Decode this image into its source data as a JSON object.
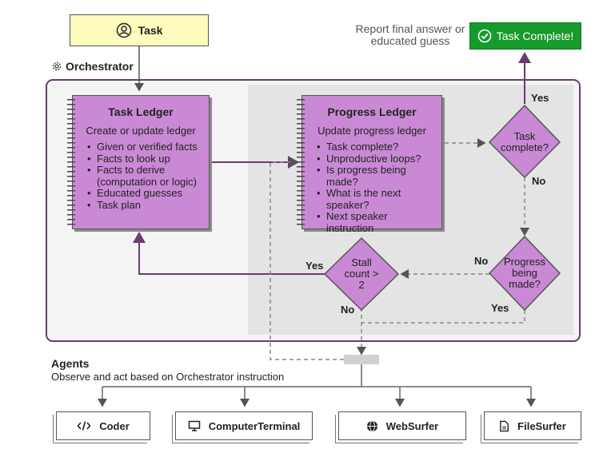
{
  "task": {
    "label": "Task"
  },
  "report": {
    "line1": "Report final answer or",
    "line2": "educated guess"
  },
  "task_complete": {
    "label": "Task Complete!"
  },
  "orchestrator": {
    "label": "Orchestrator"
  },
  "task_ledger": {
    "title": "Task Ledger",
    "subtitle": "Create or update ledger",
    "items": [
      "Given or verified facts",
      "Facts to look up",
      "Facts to derive",
      "(computation or logic)",
      "Educated guesses",
      "Task plan"
    ]
  },
  "progress_ledger": {
    "title": "Progress Ledger",
    "subtitle": "Update progress ledger",
    "items": [
      "Task complete?",
      "Unproductive loops?",
      "Is progress being",
      "made?",
      "What is the next",
      "speaker?",
      "Next speaker instruction"
    ]
  },
  "decisions": {
    "task_complete": {
      "line1": "Task",
      "line2": "complete?"
    },
    "progress": {
      "line1": "Progress",
      "line2": "being",
      "line3": "made?"
    },
    "stall": {
      "line1": "Stall",
      "line2": "count >",
      "line3": "2"
    }
  },
  "edge_labels": {
    "complete_yes": "Yes",
    "complete_no": "No",
    "progress_no": "No",
    "progress_yes": "Yes",
    "stall_yes": "Yes",
    "stall_no": "No"
  },
  "agents": {
    "title": "Agents",
    "subtitle": "Observe and act based on Orchestrator instruction",
    "items": [
      {
        "label": "Coder",
        "icon": "code-icon"
      },
      {
        "label": "ComputerTerminal",
        "icon": "monitor-icon"
      },
      {
        "label": "WebSurfer",
        "icon": "globe-icon"
      },
      {
        "label": "FileSurfer",
        "icon": "file-icon"
      }
    ]
  },
  "colors": {
    "ledger_fill": "#c989d4",
    "task_fill": "#fdfbbd",
    "complete_fill": "#179a2c",
    "orchestrator_border": "#6b3a6e",
    "inner_panel": "#e4e4e4"
  }
}
